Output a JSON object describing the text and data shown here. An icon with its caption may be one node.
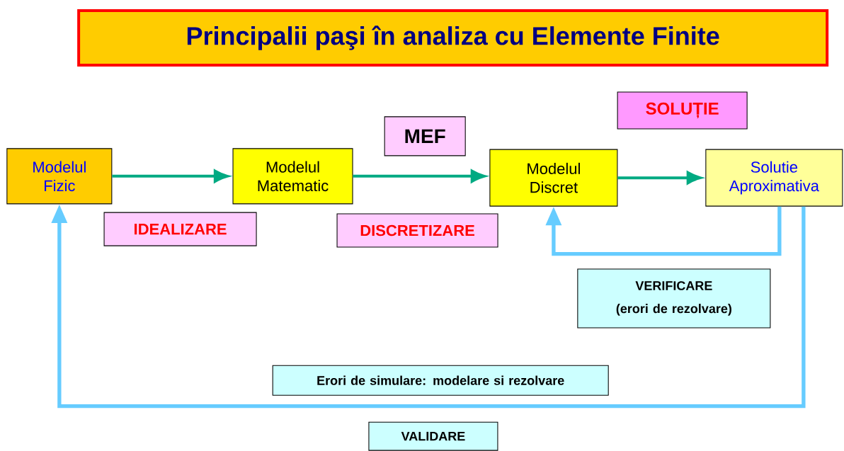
{
  "diagram": {
    "title": "Principalii paşi în analiza cu Elemente Finite",
    "nodes": [
      {
        "text": [
          "SOLUȚIE"
        ]
      },
      {
        "text": [
          "MEF"
        ]
      },
      {
        "text": [
          "Modelul Fizic"
        ]
      },
      {
        "text": [
          "Modelul Matematic"
        ]
      },
      {
        "text": [
          "Modelul Discret"
        ]
      },
      {
        "text": [
          "Solutie Aproximativa"
        ]
      },
      {
        "text": [
          "IDEALIZARE"
        ]
      },
      {
        "text": [
          "DISCRETIZARE"
        ]
      },
      {
        "text": [
          "VERIFICARE",
          "(erori de rezolvare)"
        ]
      },
      {
        "text": [
          "Erori de simulare: modelare si rezolvare"
        ]
      },
      {
        "text": [
          "VALIDARE"
        ]
      }
    ],
    "edges": [
      {
        "from": 2,
        "to": 3,
        "arrow": "to"
      },
      {
        "from": 3,
        "to": 4,
        "arrow": "to"
      },
      {
        "from": 4,
        "to": 5,
        "arrow": "to"
      },
      {
        "from": 5,
        "to": 4,
        "arrow": "to",
        "color": "#66ccff"
      },
      {
        "from": 5,
        "to": 2,
        "arrow": "to",
        "color": "#66ccff"
      }
    ]
  }
}
